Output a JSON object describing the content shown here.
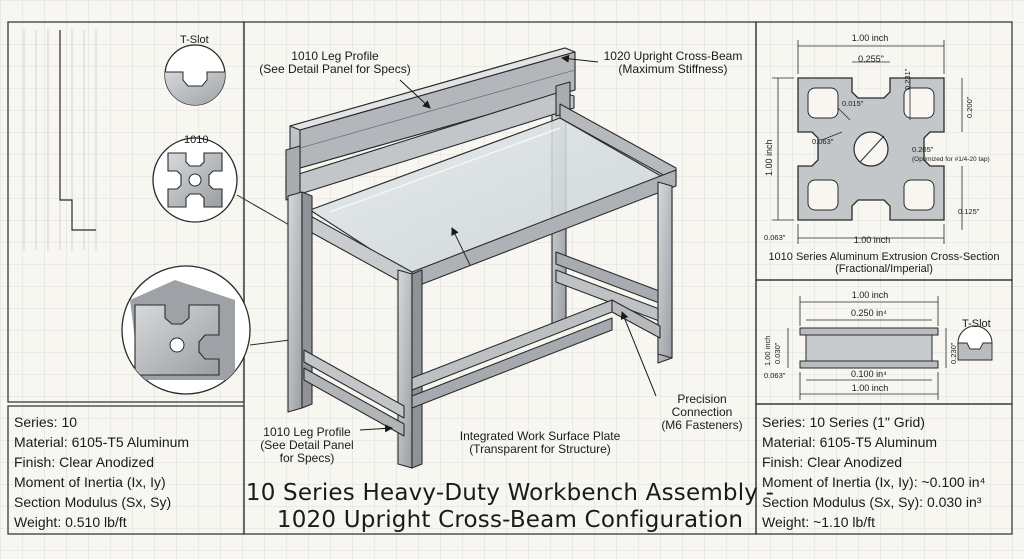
{
  "title": {
    "line1": "10 Series Heavy-Duty Workbench Assembly -",
    "line2": "1020 Upright Cross-Beam Configuration"
  },
  "callouts": {
    "leg_top": [
      "1010 Leg Profile",
      "(See Detail Panel for Specs)"
    ],
    "upright": [
      "1020 Upright Cross-Beam",
      "(Maximum Stiffness)"
    ],
    "leg_bottom": [
      "1010 Leg Profile",
      "(See Detail Panel",
      "for Specs)"
    ],
    "plate": [
      "Integrated Work Surface Plate",
      "(Transparent for Structure)"
    ],
    "connection": [
      "Precision",
      "Connection",
      "(M6 Fasteners)"
    ]
  },
  "left_details": {
    "tslot_label": "T-Slot",
    "profile_label": "1010"
  },
  "cross_section": {
    "width": "1.00 inch",
    "slot": "0.255\"",
    "radius": "0.015\"",
    "wall_top": "0.231\"",
    "side": "0.200\"",
    "corner": "0.063\"",
    "height": "1.00 inch",
    "bore": "0.205\"",
    "bore_note": "(Optimized for #1/4-20 tap)",
    "lip": "0.125\"",
    "corner_bottom": "0.063\"",
    "width_bottom": "1.00 inch",
    "caption1": "1010 Series Aluminum Extrusion Cross-Section",
    "caption2": "(Fractional/Imperial)"
  },
  "beam_detail": {
    "width": "1.00 inch",
    "top_val": "0.250 in⁴",
    "height": "1.00 inch",
    "left_dim": "0.030\"",
    "right_dim": "0.230\"",
    "corner": "0.063\"",
    "bottom_val": "0.100 in⁴",
    "width_bottom": "1.00 inch",
    "tslot_label": "T-Slot"
  },
  "specs_left": [
    "Series: 10",
    "Material: 6105-T5 Aluminum",
    "Finish: Clear Anodized",
    "Moment of Inertia (Ix, Iy)",
    "Section Modulus (Sx, Sy)",
    "Weight: 0.510 lb/ft"
  ],
  "specs_right": [
    "Series: 10 Series (1\" Grid)",
    "Material: 6105-T5 Aluminum",
    "Finish: Clear Anodized",
    "Moment of Inertia (Ix, Iy): ~0.100 in⁴",
    "Section Modulus (Sx, Sy): 0.030 in³",
    "Weight: ~1.10 lb/ft"
  ],
  "colors": {
    "background": "#f7f6f1",
    "grid": "#d9d8d2",
    "line": "#2a2a2a",
    "metal": "#b9bcbf",
    "metal_dark": "#8f9397",
    "glass": "#cfd8dc"
  }
}
